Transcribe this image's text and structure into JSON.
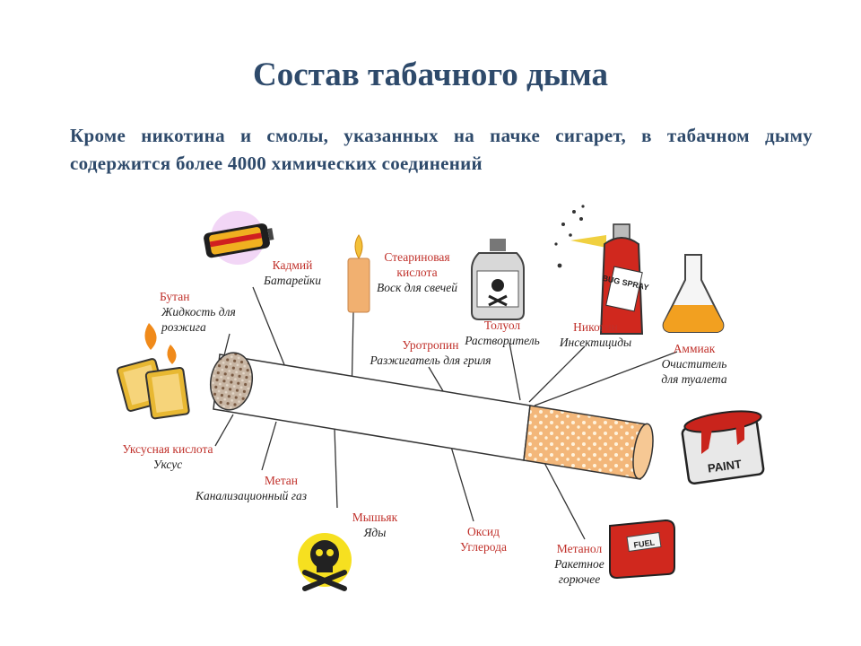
{
  "title": "Состав табачного дыма",
  "subtitle": "Кроме никотина и смолы, указанных на пачке сигарет, в табачном дыму содержится более 4000 химических соединений",
  "items": [
    {
      "name": "Кадмий",
      "use": "Батарейки"
    },
    {
      "name": "Стеариновая кислота",
      "use": "Воск для свечей"
    },
    {
      "name": "Бутан",
      "use": "Жидкость для розжига"
    },
    {
      "name": "Толуол",
      "use": "Растворитель"
    },
    {
      "name": "Никотин",
      "use": "Инсектициды"
    },
    {
      "name": "Уротропин",
      "use": "Разжигатель для гриля"
    },
    {
      "name": "Аммиак",
      "use": "Очиститель для туалета"
    },
    {
      "name": "Уксусная кислота",
      "use": "Уксус"
    },
    {
      "name": "Метан",
      "use": "Канализационный газ"
    },
    {
      "name": "Мышьяк",
      "use": "Яды"
    },
    {
      "name": "Оксид Углерода",
      "use": ""
    },
    {
      "name": "Метанол",
      "use": "Ракетное горючее"
    }
  ],
  "icon_texts": {
    "spray_can": "BUG SPRAY",
    "paint_can": "PAINT",
    "fuel_can": "FUEL"
  },
  "colors": {
    "title": "#2e4a6b",
    "chem_name": "#c0302a",
    "filter": "#e8a050",
    "ash": "#8a6a50"
  }
}
